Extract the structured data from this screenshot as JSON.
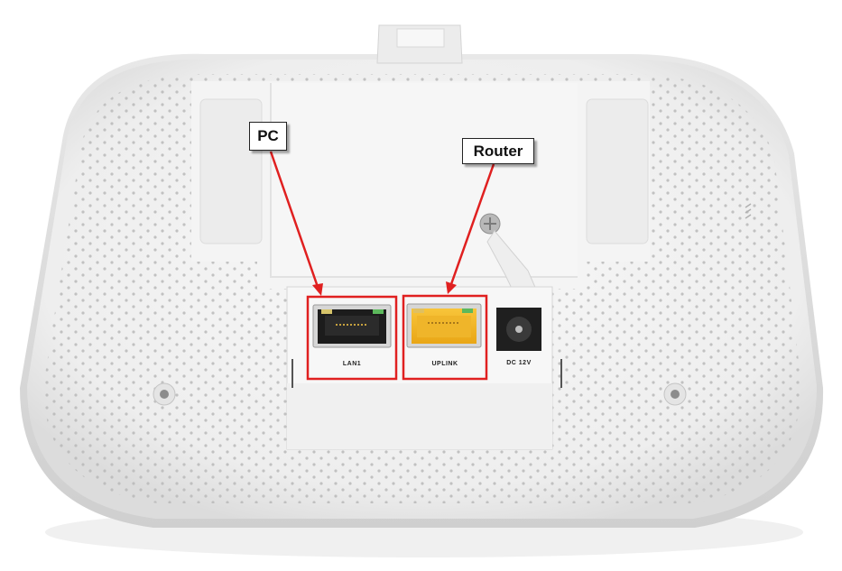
{
  "callouts": {
    "pc": "PC",
    "router": "Router"
  },
  "ports": {
    "lan1": "LAN1",
    "uplink": "UPLINK",
    "dc": "DC 12V"
  },
  "colors": {
    "highlight": "#e02020",
    "uplink_port": "#f5b720",
    "body": "#f2f2f2",
    "recess": "#ffffff"
  },
  "icons": {
    "lan1_port": "ethernet-port-icon",
    "uplink_port": "ethernet-port-icon",
    "dc_jack": "dc-power-jack-icon",
    "mount_screw": "screw-icon",
    "mount_hole": "mount-hole-icon"
  }
}
